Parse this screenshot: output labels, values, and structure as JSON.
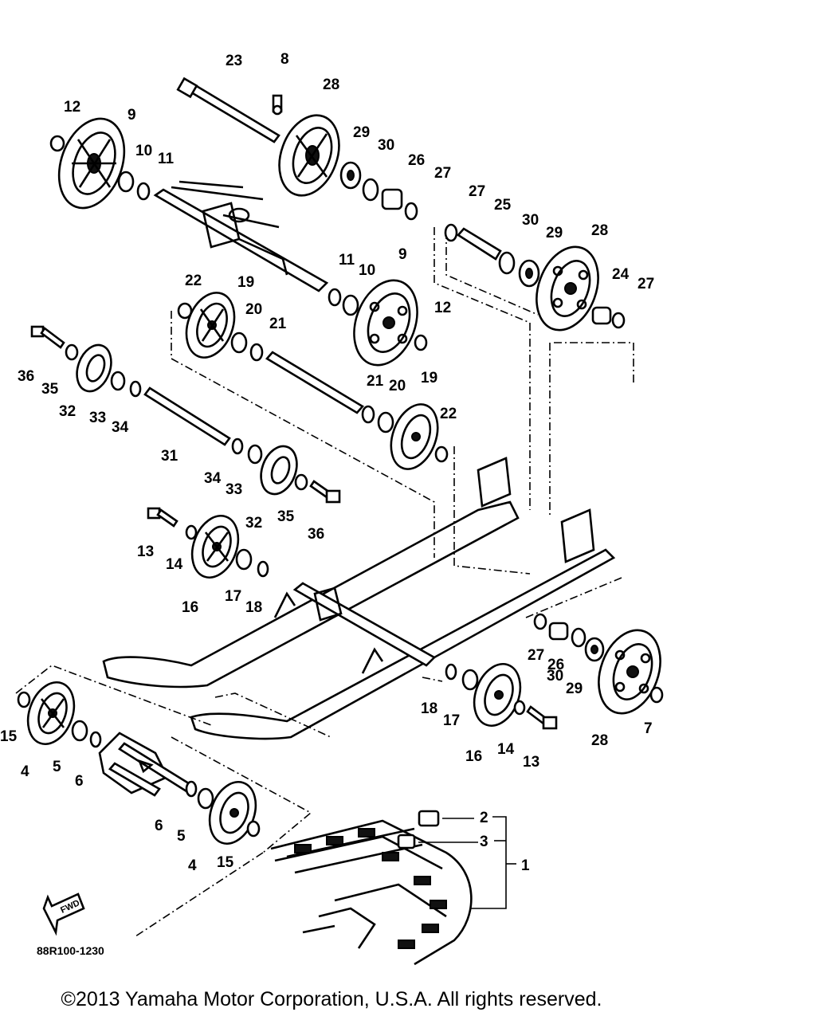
{
  "diagram": {
    "callouts": [
      {
        "id": "c-23",
        "label": "23"
      },
      {
        "id": "c-8",
        "label": "8"
      },
      {
        "id": "c-28a",
        "label": "28"
      },
      {
        "id": "c-12a",
        "label": "12"
      },
      {
        "id": "c-9a",
        "label": "9"
      },
      {
        "id": "c-10a",
        "label": "10"
      },
      {
        "id": "c-11a",
        "label": "11"
      },
      {
        "id": "c-29a",
        "label": "29"
      },
      {
        "id": "c-30a",
        "label": "30"
      },
      {
        "id": "c-26a",
        "label": "26"
      },
      {
        "id": "c-27a",
        "label": "27"
      },
      {
        "id": "c-27b",
        "label": "27"
      },
      {
        "id": "c-25",
        "label": "25"
      },
      {
        "id": "c-30b",
        "label": "30"
      },
      {
        "id": "c-29b",
        "label": "29"
      },
      {
        "id": "c-28b",
        "label": "28"
      },
      {
        "id": "c-24",
        "label": "24"
      },
      {
        "id": "c-27c",
        "label": "27"
      },
      {
        "id": "c-11b",
        "label": "11"
      },
      {
        "id": "c-10b",
        "label": "10"
      },
      {
        "id": "c-9b",
        "label": "9"
      },
      {
        "id": "c-22a",
        "label": "22"
      },
      {
        "id": "c-19a",
        "label": "19"
      },
      {
        "id": "c-20a",
        "label": "20"
      },
      {
        "id": "c-21a",
        "label": "21"
      },
      {
        "id": "c-12b",
        "label": "12"
      },
      {
        "id": "c-36a",
        "label": "36"
      },
      {
        "id": "c-35a",
        "label": "35"
      },
      {
        "id": "c-32a",
        "label": "32"
      },
      {
        "id": "c-33a",
        "label": "33"
      },
      {
        "id": "c-34a",
        "label": "34"
      },
      {
        "id": "c-21b",
        "label": "21"
      },
      {
        "id": "c-20b",
        "label": "20"
      },
      {
        "id": "c-19b",
        "label": "19"
      },
      {
        "id": "c-22b",
        "label": "22"
      },
      {
        "id": "c-31",
        "label": "31"
      },
      {
        "id": "c-34b",
        "label": "34"
      },
      {
        "id": "c-33b",
        "label": "33"
      },
      {
        "id": "c-32b",
        "label": "32"
      },
      {
        "id": "c-35b",
        "label": "35"
      },
      {
        "id": "c-36b",
        "label": "36"
      },
      {
        "id": "c-13a",
        "label": "13"
      },
      {
        "id": "c-14a",
        "label": "14"
      },
      {
        "id": "c-16a",
        "label": "16"
      },
      {
        "id": "c-17a",
        "label": "17"
      },
      {
        "id": "c-18a",
        "label": "18"
      },
      {
        "id": "c-27d",
        "label": "27"
      },
      {
        "id": "c-26b",
        "label": "26"
      },
      {
        "id": "c-30c",
        "label": "30"
      },
      {
        "id": "c-29c",
        "label": "29"
      },
      {
        "id": "c-18b",
        "label": "18"
      },
      {
        "id": "c-17b",
        "label": "17"
      },
      {
        "id": "c-16b",
        "label": "16"
      },
      {
        "id": "c-14b",
        "label": "14"
      },
      {
        "id": "c-13b",
        "label": "13"
      },
      {
        "id": "c-28c",
        "label": "28"
      },
      {
        "id": "c-7",
        "label": "7"
      },
      {
        "id": "c-15a",
        "label": "15"
      },
      {
        "id": "c-4a",
        "label": "4"
      },
      {
        "id": "c-5a",
        "label": "5"
      },
      {
        "id": "c-6a",
        "label": "6"
      },
      {
        "id": "c-6b",
        "label": "6"
      },
      {
        "id": "c-5b",
        "label": "5"
      },
      {
        "id": "c-4b",
        "label": "4"
      },
      {
        "id": "c-15b",
        "label": "15"
      },
      {
        "id": "c-2",
        "label": "2"
      },
      {
        "id": "c-3",
        "label": "3"
      },
      {
        "id": "c-1",
        "label": "1"
      }
    ],
    "fwd_label": "FWD",
    "ref_code": "88R100-1230"
  },
  "footer": {
    "copyright": "©2013 Yamaha Motor Corporation, U.S.A. All rights reserved."
  }
}
